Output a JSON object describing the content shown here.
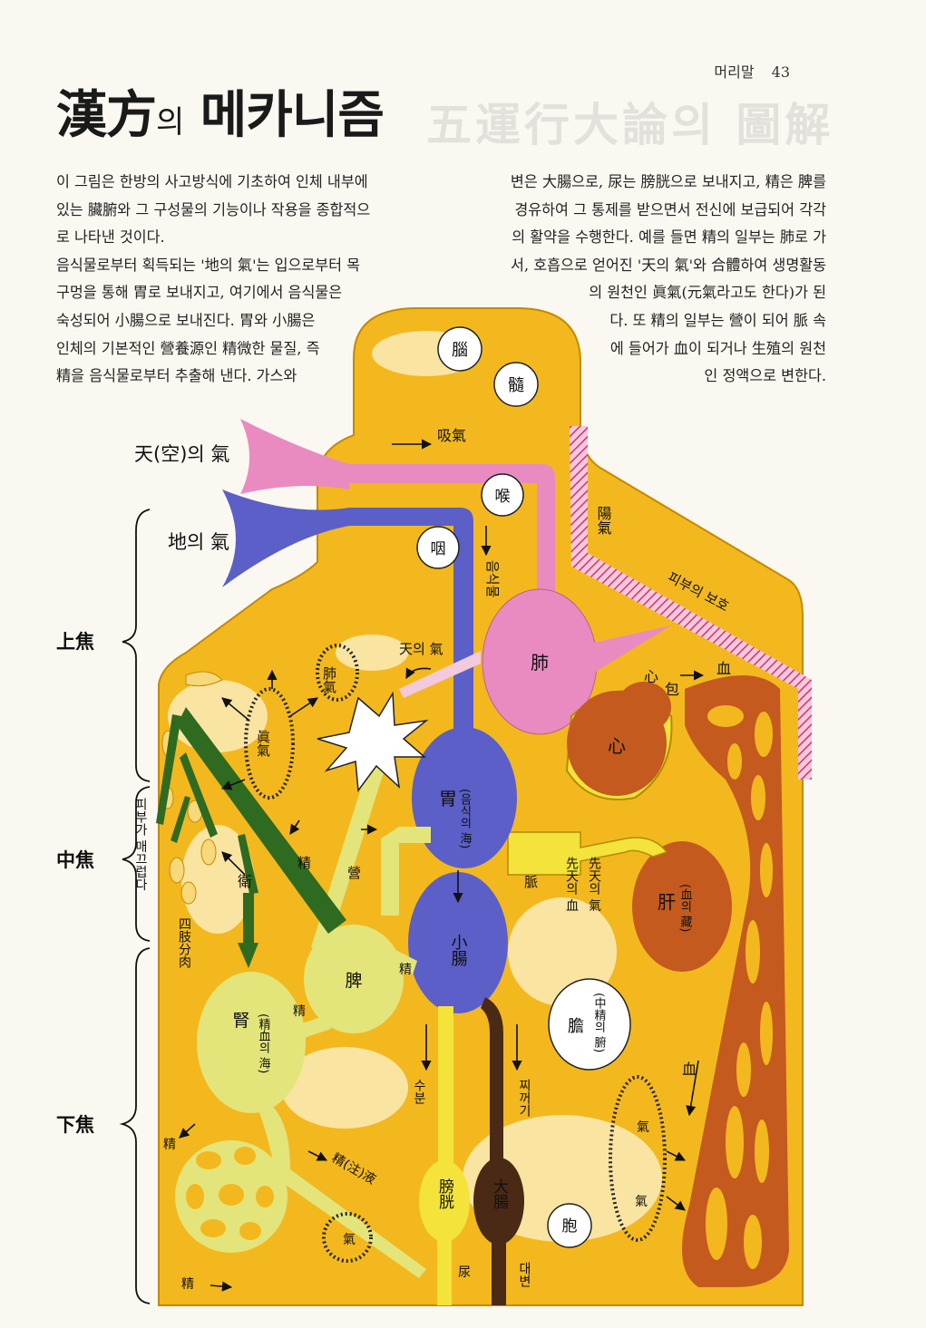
{
  "header": {
    "section": "머리말",
    "page": "43"
  },
  "title": {
    "main": "漢方",
    "particle": "의",
    "rest": "메카니즘",
    "background": "五運行大論의 圖解"
  },
  "intro_left": [
    "  이 그림은 한방의 사고방식에 기초하여 인체 내부에",
    "있는 臟腑와 그 구성물의 기능이나 작용을 종합적으",
    "로 나타낸 것이다.",
    "  음식물로부터 획득되는 '地의 氣'는 입으로부터 목",
    "구멍을 통해 胃로 보내지고, 여기에서 음식물은",
    "숙성되어 小腸으로 보내진다. 胃와 小腸은",
    "인체의 기본적인 營養源인 精微한 물질, 즉",
    "精을 음식물로부터 추출해 낸다. 가스와"
  ],
  "intro_right": [
    "변은 大腸으로, 尿는 膀胱으로 보내지고, 精은 脾를",
    "경유하여 그 통제를 받으면서 전신에 보급되어 각각",
    "의 활약을 수행한다. 예를 들면 精의 일부는 肺로 가",
    "서, 호흡으로 얻어진 '天의 氣'와 合體하여 생명활동",
    "의 원천인 眞氣(元氣라고도 한다)가 된",
    "다. 또 精의 일부는 營이 되어 脈 속",
    "에 들어가 血이 되거나 生殖의 원천",
    "인 정액으로 변한다."
  ],
  "labels": {
    "heaven_qi": "天(空)의 氣",
    "earth_qi": "地의 氣",
    "upper_jiao": "上焦",
    "middle_jiao": "中焦",
    "lower_jiao": "下焦",
    "brain": "腦",
    "marrow": "髓",
    "inhale_qi": "吸氣",
    "throat": "喉",
    "pharynx": "咽",
    "food": "음식물",
    "yang_qi": "陽氣",
    "skin_protect": "피부의 보호",
    "lung": "肺",
    "lung_qi": "肺氣",
    "heaven_qi_small": "天의 氣",
    "heart_wrap_1": "心",
    "heart_wrap_2": "包",
    "blood_top": "血",
    "heart": "心",
    "true_qi": "眞氣",
    "stomach": "胃",
    "stomach_sub": "(음식의 海)",
    "skin_smooth": "피부가 매끄럽다",
    "wei": "衛",
    "essence_1": "精",
    "ying": "營",
    "vessel": "脈",
    "prenatal_qi": "先天의 氣",
    "prenatal_blood": "先天의 血",
    "liver": "肝",
    "liver_sub": "(血의 藏)",
    "limbs": "四肢分肉",
    "spleen": "脾",
    "essence_2": "精",
    "small_intestine": "小腸",
    "essence_3": "精",
    "kidney": "腎",
    "kidney_sub": "(精血의 海)",
    "gallbladder": "膽",
    "gallbladder_sub": "(中精의 腑)",
    "blood_side": "血",
    "water": "수분",
    "dregs": "찌꺼기",
    "essence_4": "精",
    "essence_fluid": "精(注)液",
    "bladder": "膀胱",
    "large_intestine": "大腸",
    "womb": "胞",
    "qi_a": "氣",
    "qi_b": "氣",
    "qi_c": "氣",
    "urine": "尿",
    "feces": "대변",
    "essence_5": "精"
  },
  "colors": {
    "body": "#f3b81e",
    "lung": "#e98bc0",
    "stomach": "#5b5fc7",
    "heart": "#c45a1e",
    "spleen": "#e3e57a",
    "green": "#2e6a1f",
    "dark_brown": "#4a2a14",
    "background": "#fbf8f1"
  }
}
